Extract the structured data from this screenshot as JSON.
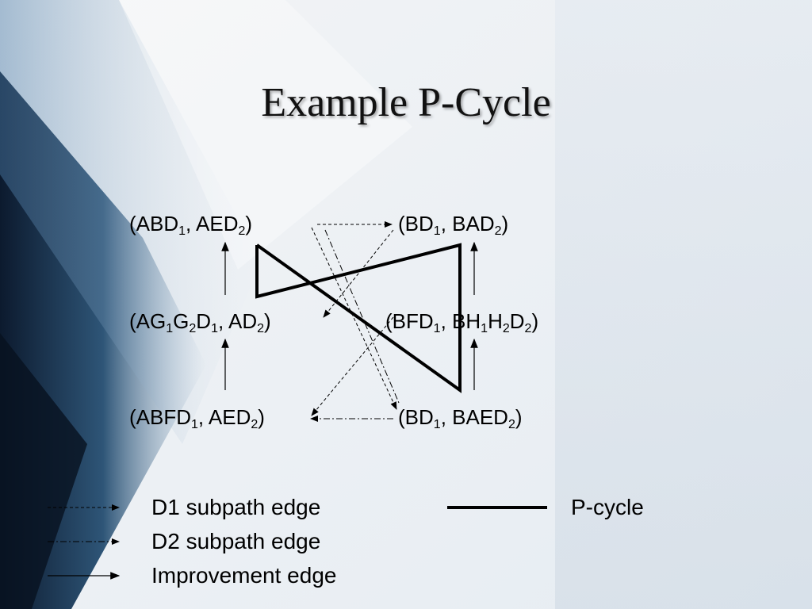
{
  "title": "Example P-Cycle",
  "nodes": [
    {
      "id": "n_abd_aed",
      "parts": [
        [
          "(ABD",
          ""
        ],
        [
          "1",
          "sub"
        ],
        [
          ", AED",
          ""
        ],
        [
          "2",
          "sub"
        ],
        [
          ")",
          ""
        ]
      ]
    },
    {
      "id": "n_bd_bad",
      "parts": [
        [
          "(BD",
          ""
        ],
        [
          "1",
          "sub"
        ],
        [
          ", BAD",
          ""
        ],
        [
          "2",
          "sub"
        ],
        [
          ")",
          ""
        ]
      ]
    },
    {
      "id": "n_ag_ad",
      "parts": [
        [
          "(AG",
          ""
        ],
        [
          "1",
          "sub"
        ],
        [
          "G",
          ""
        ],
        [
          "2",
          "sub"
        ],
        [
          "D",
          ""
        ],
        [
          "1",
          "sub"
        ],
        [
          ", AD",
          ""
        ],
        [
          "2",
          "sub"
        ],
        [
          ")",
          ""
        ]
      ]
    },
    {
      "id": "n_bfd_bhhd",
      "parts": [
        [
          "(BFD",
          ""
        ],
        [
          "1",
          "sub"
        ],
        [
          ", BH",
          ""
        ],
        [
          "1",
          "sub"
        ],
        [
          "H",
          ""
        ],
        [
          "2",
          "sub"
        ],
        [
          "D",
          ""
        ],
        [
          "2",
          "sub"
        ],
        [
          ")",
          ""
        ]
      ]
    },
    {
      "id": "n_abfd_aed",
      "parts": [
        [
          "(ABFD",
          ""
        ],
        [
          "1",
          "sub"
        ],
        [
          ", AED",
          ""
        ],
        [
          "2",
          "sub"
        ],
        [
          ")",
          ""
        ]
      ]
    },
    {
      "id": "n_bd_baed",
      "parts": [
        [
          "(BD",
          ""
        ],
        [
          "1",
          "sub"
        ],
        [
          ", BAED",
          ""
        ],
        [
          "2",
          "sub"
        ],
        [
          ")",
          ""
        ]
      ]
    }
  ],
  "legend": {
    "d1": "D1 subpath edge",
    "d2": "D2 subpath edge",
    "improvement": "Improvement edge",
    "pcycle": "P-cycle"
  }
}
